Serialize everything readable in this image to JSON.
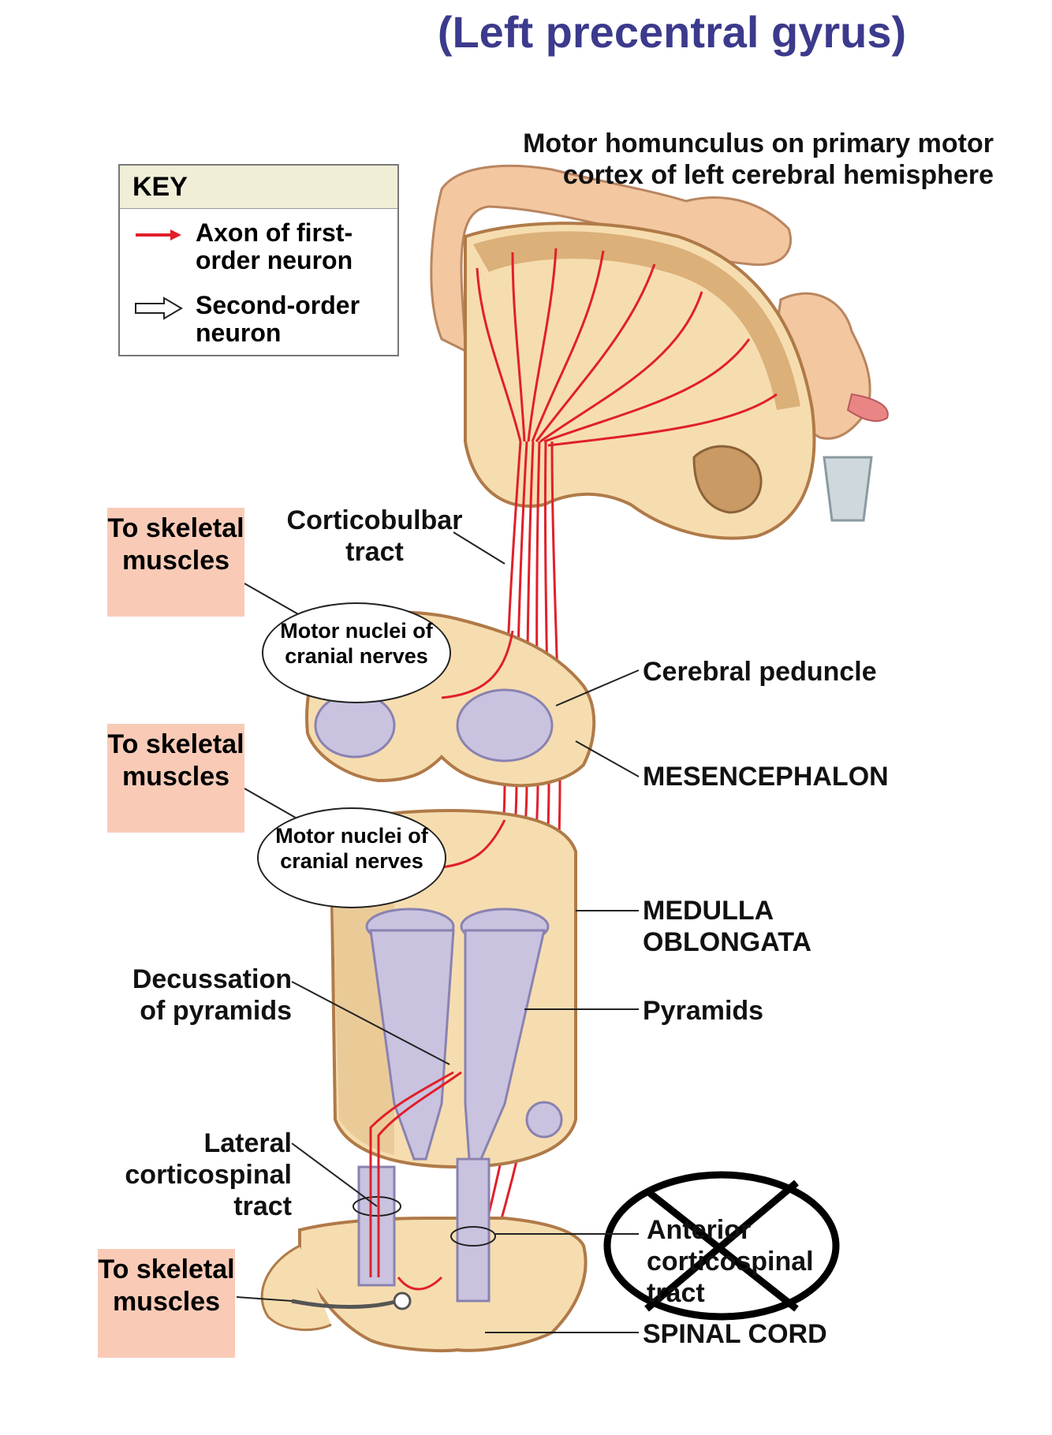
{
  "title": "(Left precentral gyrus)",
  "key": {
    "heading": "KEY",
    "item1": "Axon of first-order neuron",
    "item2": "Second-order neuron"
  },
  "labels": {
    "homunculus": "Motor homunculus on primary motor cortex of left cerebral hemisphere",
    "corticobulbar": "Corticobulbar tract",
    "cerebral_peduncle": "Cerebral peduncle",
    "mesencephalon": "MESENCEPHALON",
    "medulla": "MEDULLA OBLONGATA",
    "pyramids": "Pyramids",
    "decussation": "Decussation of pyramids",
    "lateral": "Lateral corticospinal tract",
    "anterior": "Anterior corticospinal tract",
    "spinal_cord": "SPINAL CORD",
    "motor_nuclei_1": "Motor nuclei of cranial nerves",
    "motor_nuclei_2": "Motor nuclei of cranial nerves"
  },
  "targets": {
    "muscles_1": "To skeletal muscles",
    "muscles_2": "To skeletal muscles",
    "muscles_3": "To skeletal muscles"
  },
  "colors": {
    "axon": "#e0202a",
    "tissue": "#f6ddb0",
    "tissue_dark": "#c99a63",
    "tract": "#c9c3e0",
    "label_box": "#f9cbb7"
  }
}
